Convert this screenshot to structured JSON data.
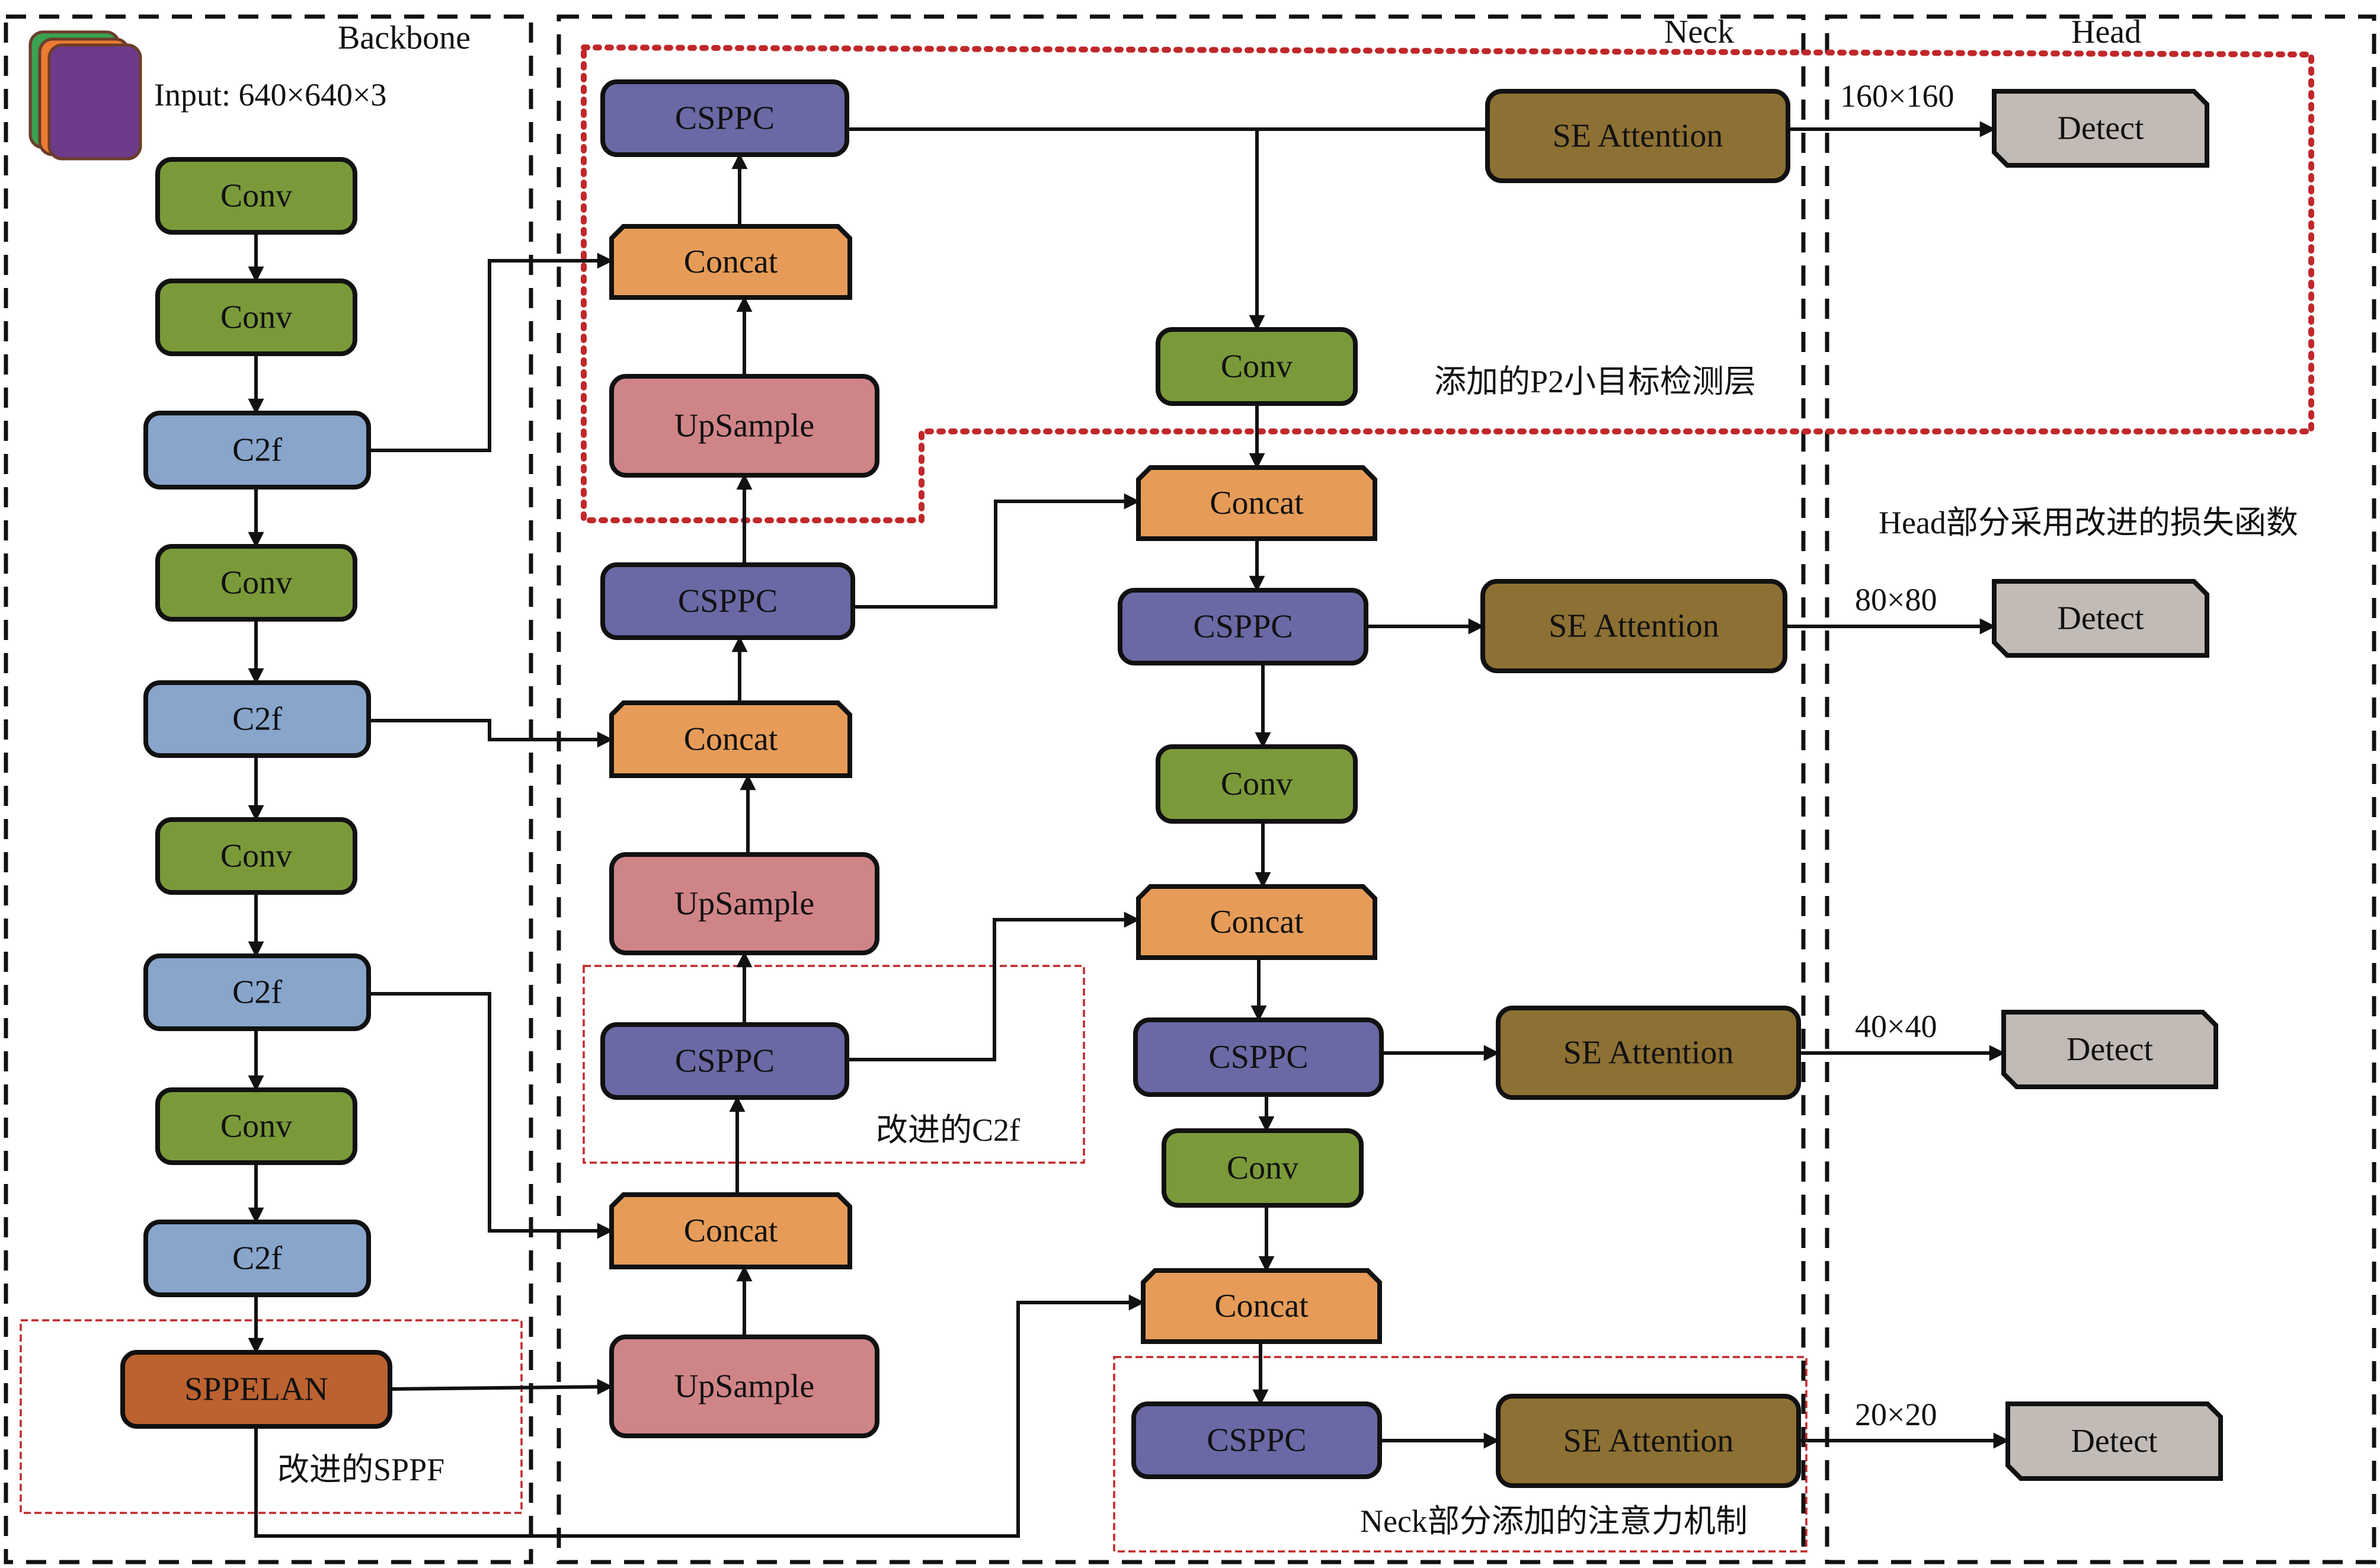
{
  "sections": {
    "backbone": "Backbone",
    "neck": "Neck",
    "head": "Head"
  },
  "input_label": "Input: 640×640×3",
  "blocks": {
    "conv": "Conv",
    "c2f": "C2f",
    "sppelan": "SPPELAN",
    "csppc": "CSPPC",
    "concat": "Concat",
    "upsample": "UpSample",
    "se": "SE Attention",
    "detect": "Detect"
  },
  "scales": [
    "160×160",
    "80×80",
    "40×40",
    "20×20"
  ],
  "annotations": {
    "p2_layer": "添加的P2小目标检测层",
    "head_loss": "Head部分采用改进的损失函数",
    "improved_c2f": "改进的C2f",
    "improved_sppf": "改进的SPPF",
    "neck_attention": "Neck部分添加的注意力机制"
  },
  "colors": {
    "conv": "#7a9a3a",
    "c2f": "#88a5cc",
    "sppelan": "#bb6230",
    "csppc": "#6a69a5",
    "concat": "#e69c58",
    "upsample": "#cf8488",
    "se": "#8d7033",
    "detect": "#c2bab5",
    "input_purple": "#6e3a8a",
    "input_orange": "#ec7b33",
    "input_green": "#3aa250",
    "annotation_red": "#c0282a"
  }
}
